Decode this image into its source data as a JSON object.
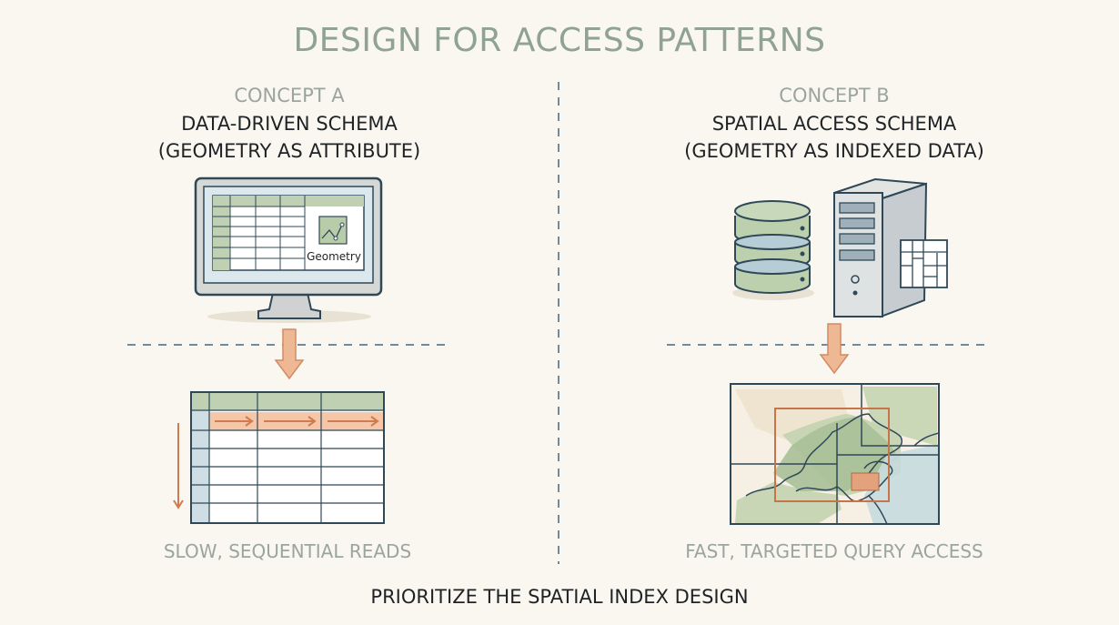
{
  "title": "DESIGN FOR ACCESS PATTERNS",
  "concept_a": {
    "label": "CONCEPT A",
    "schema_line1": "DATA-DRIVEN SCHEMA",
    "schema_line2": "(GEOMETRY AS ATTRIBUTE)",
    "monitor_label": "Geometry",
    "caption": "SLOW, SEQUENTIAL READS"
  },
  "concept_b": {
    "label": "CONCEPT B",
    "schema_line1": "SPATIAL ACCESS SCHEMA",
    "schema_line2": "(GEOMETRY AS INDEXED DATA)",
    "caption": "FAST, TARGETED QUERY ACCESS"
  },
  "footer": "PRIORITIZE THE SPATIAL INDEX DESIGN",
  "colors": {
    "navy": "#2f4858",
    "green": "#b9ccaa",
    "orange": "#e3a27c",
    "title": "#8fa293"
  }
}
